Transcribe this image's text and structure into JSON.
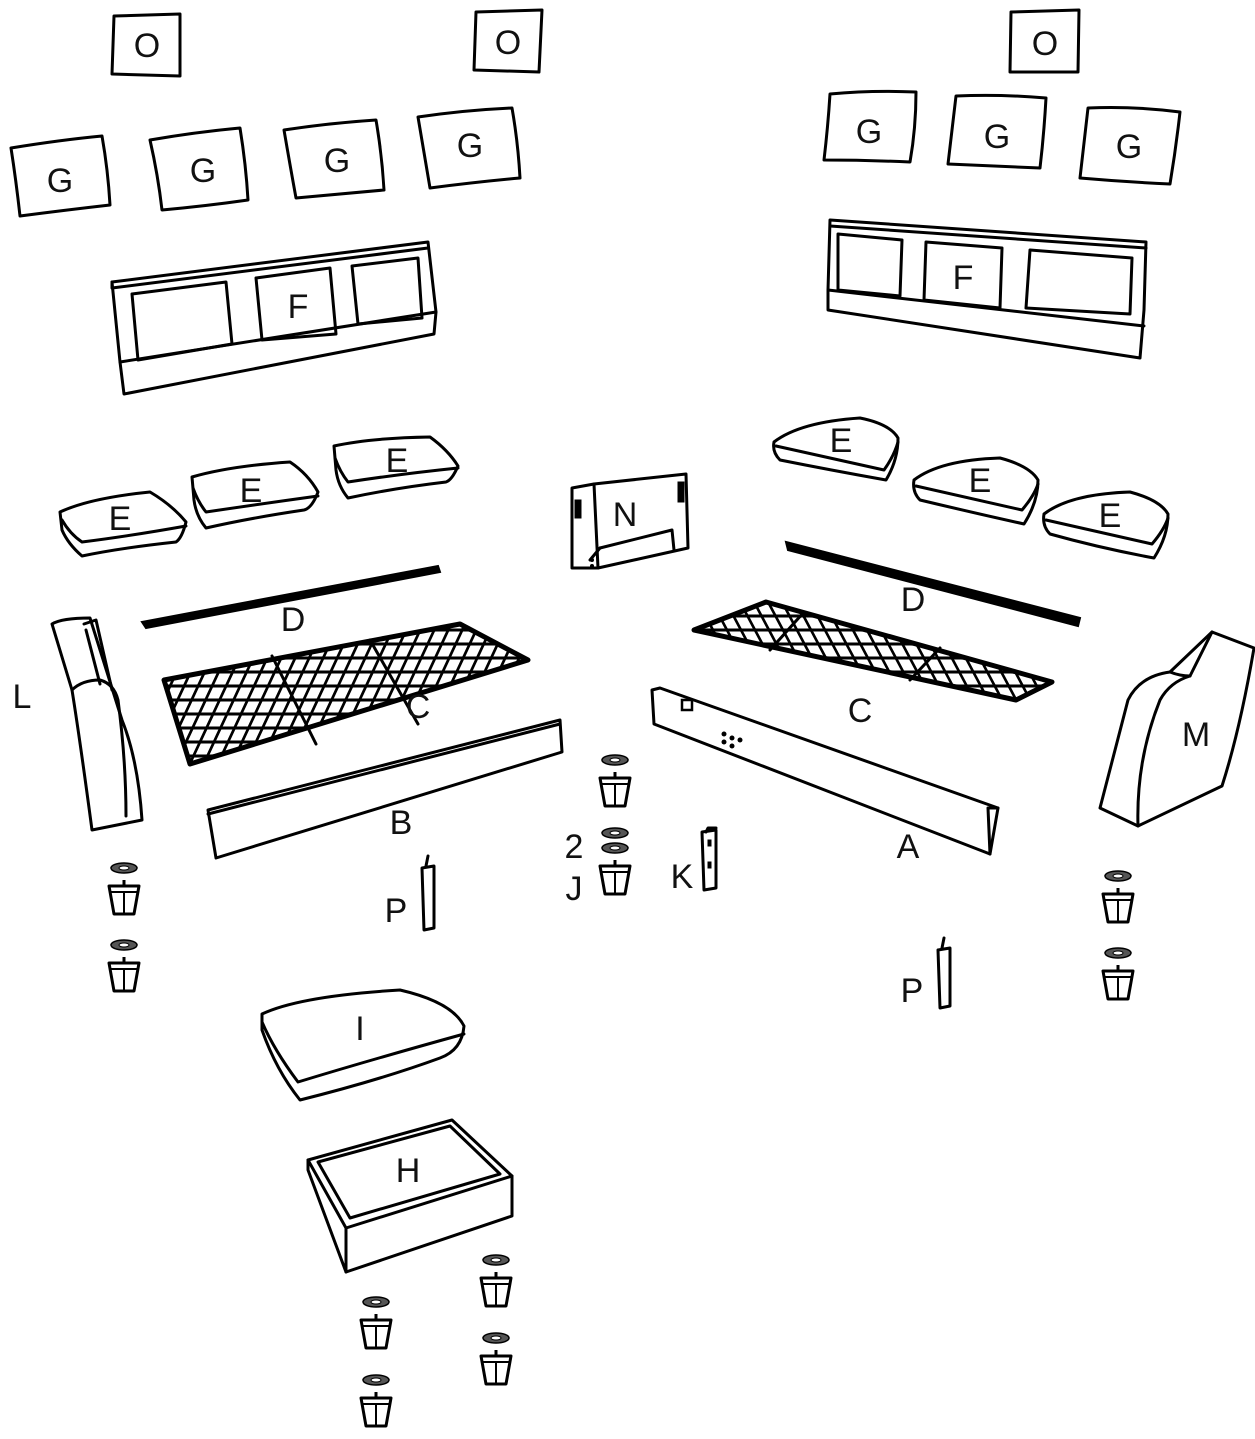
{
  "diagram": {
    "labels": {
      "O": "O",
      "G": "G",
      "F": "F",
      "E": "E",
      "N": "N",
      "D": "D",
      "C": "C",
      "L": "L",
      "M": "M",
      "B": "B",
      "A": "A",
      "two": "2",
      "J": "J",
      "K": "K",
      "P": "P",
      "I": "I",
      "H": "H"
    }
  }
}
